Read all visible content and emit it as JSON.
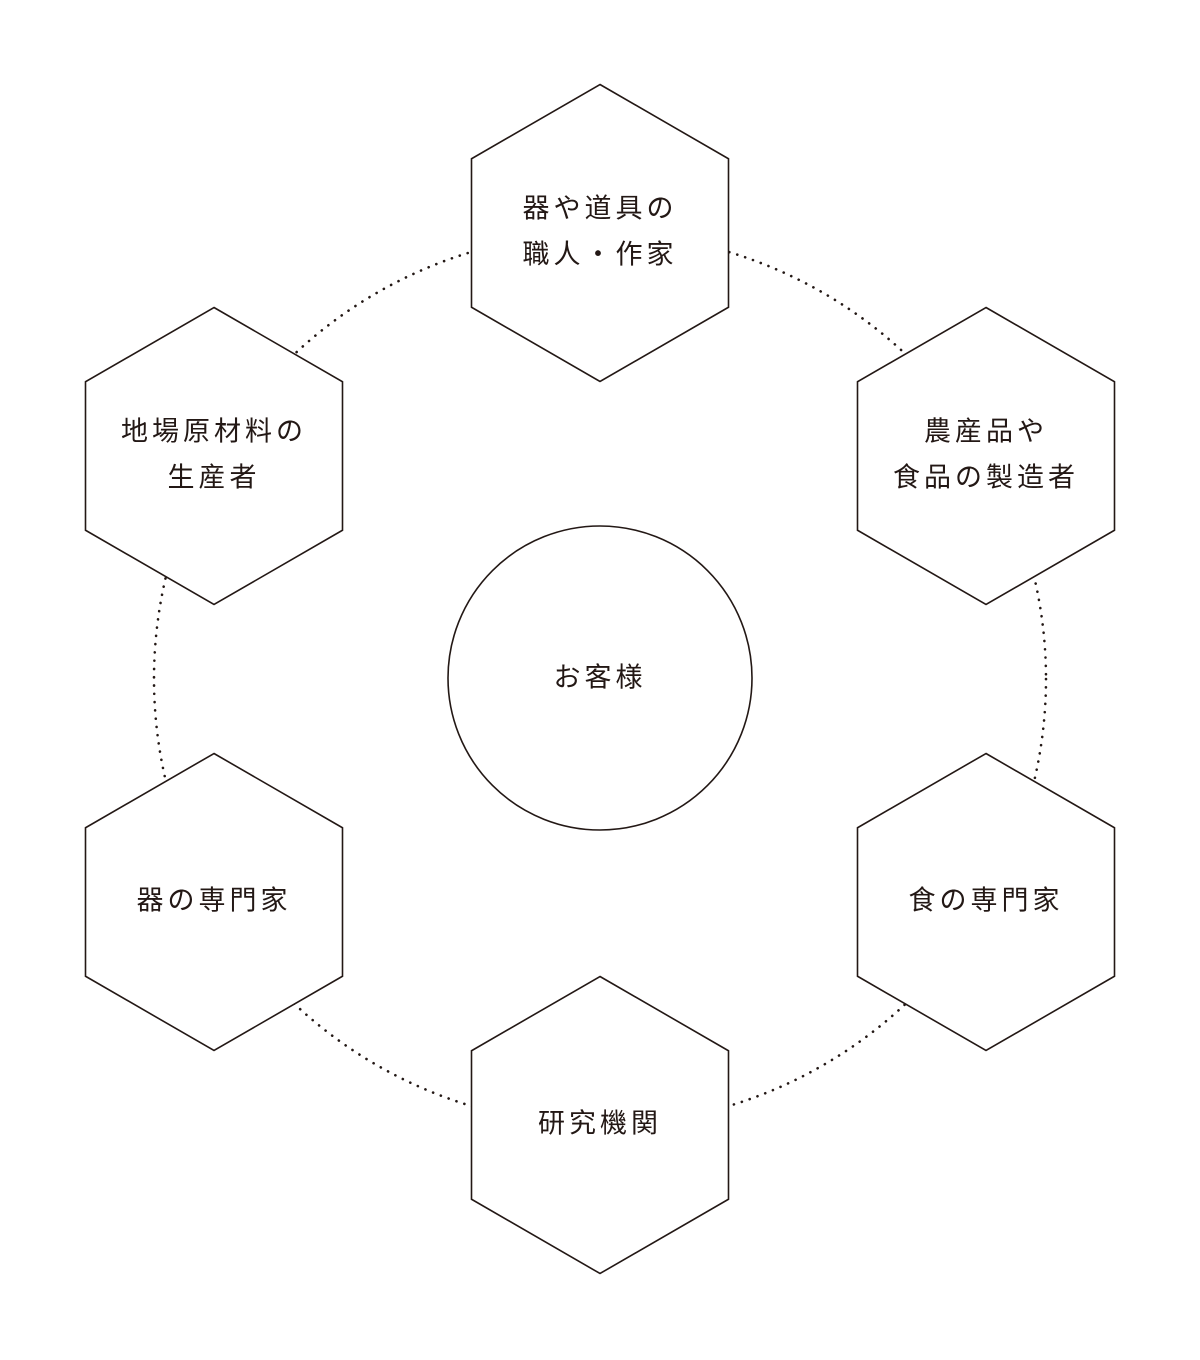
{
  "center": {
    "label": "お客様"
  },
  "nodes": [
    {
      "lines": [
        "器や道具の",
        "職人・作家"
      ]
    },
    {
      "lines": [
        "農産品や",
        "食品の製造者"
      ]
    },
    {
      "lines": [
        "食の専門家"
      ]
    },
    {
      "lines": [
        "研究機関"
      ]
    },
    {
      "lines": [
        "器の専門家"
      ]
    },
    {
      "lines": [
        "地場原材料の",
        "生産者"
      ]
    }
  ],
  "colors": {
    "stroke": "#231815",
    "background": "#ffffff"
  }
}
